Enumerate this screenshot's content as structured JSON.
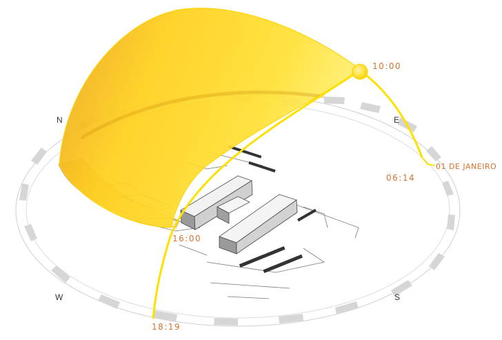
{
  "diagram": {
    "compass": {
      "north": "N",
      "east": "E",
      "west": "W",
      "south": "S"
    },
    "sun_times": {
      "sunrise": "06:14",
      "morning": "10:00",
      "afternoon": "16:00",
      "sunset": "18:19"
    },
    "date_label": "01 DE JANEIRO",
    "colors": {
      "sun_path_fill": "#ffd21a",
      "sun_path_stroke": "#ffe000",
      "label_orange": "#d9722a",
      "dome_outline": "#c8c8c8",
      "building": "#ececec"
    }
  }
}
